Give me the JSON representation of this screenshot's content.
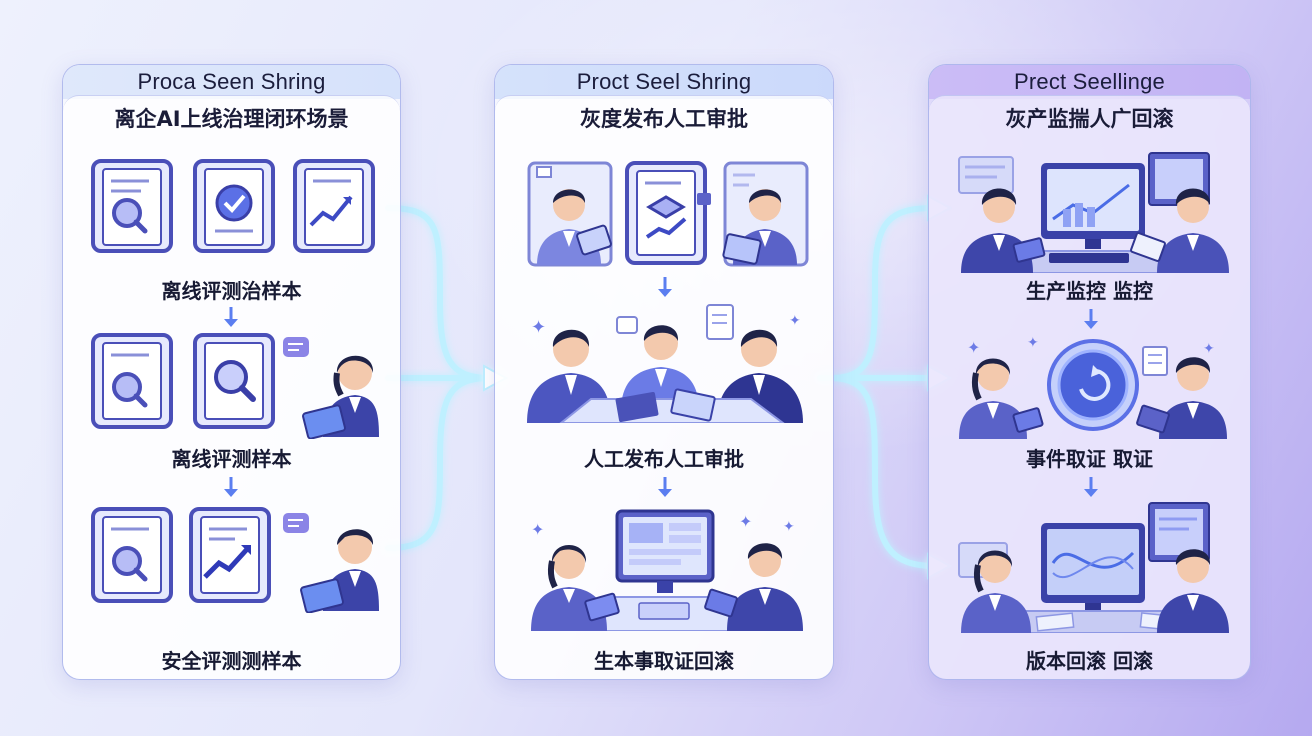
{
  "colors": {
    "accent": "#5b5fd6",
    "doc_border": "#4a4fb8",
    "suit": "#3c44a8",
    "skin": "#f3c9ad",
    "hair": "#1f2347",
    "arrow_glow": "#9fe6ff",
    "down_arrow": "#5b7ef0"
  },
  "panels": [
    {
      "header": "Proca Seen Shring",
      "subtitle": "离企AI上线治理闭环场景",
      "steps": [
        {
          "label": "离线评测治样本",
          "icons": [
            "search-document-icon",
            "check-document-icon",
            "chart-document-icon"
          ]
        },
        {
          "label": "离线评测样本",
          "icons": [
            "search-document-icon",
            "magnifier-document-icon",
            "person-with-tablet"
          ]
        },
        {
          "label": "安全评测测样本",
          "icons": [
            "search-document-icon",
            "trend-document-icon",
            "person-with-tablet"
          ]
        }
      ]
    },
    {
      "header": "Proct Seel Shring",
      "subtitle": "灰度发布人工审批",
      "steps": [
        {
          "label": "人工发布人工审批",
          "icons": [
            "reviewer-with-clipboard",
            "layer-document-icon",
            "reviewer-with-tablet",
            "three-person-meeting"
          ]
        },
        {
          "label": "生本事取证回滚",
          "icons": [
            "two-person-computer-review"
          ]
        }
      ]
    },
    {
      "header": "Prect Seellinge",
      "subtitle": "灰产监揣人广回滚",
      "steps": [
        {
          "label": "生产监控 监控",
          "icons": [
            "monitoring-desk"
          ]
        },
        {
          "label": "事件取证 取证",
          "icons": [
            "circular-sync-icon",
            "two-person-forensics"
          ]
        },
        {
          "label": "版本回滚 回滚",
          "icons": [
            "rollback-desk"
          ]
        }
      ]
    }
  ]
}
